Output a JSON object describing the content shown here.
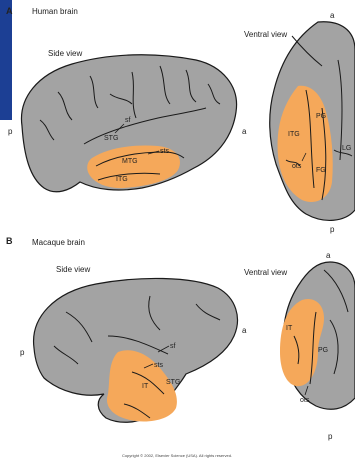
{
  "panel_a": {
    "letter": "A",
    "title": "Human brain",
    "side_view_label": "Side view",
    "ventral_view_label": "Ventral view",
    "side_labels": {
      "sf": "sf",
      "sts": "sts",
      "stg": "STG",
      "mtg": "MTG",
      "itg": "ITG",
      "p": "p",
      "a": "a"
    },
    "ventral_labels": {
      "a": "a",
      "pg": "PG",
      "itg": "ITG",
      "ots": "ots",
      "lg": "LG",
      "fg": "FG",
      "p": "p"
    }
  },
  "panel_b": {
    "letter": "B",
    "title": "Macaque brain",
    "side_view_label": "Side view",
    "ventral_view_label": "Ventral view",
    "side_labels": {
      "sf": "sf",
      "sts": "sts",
      "stg": "STG",
      "it": "IT",
      "p": "p",
      "a": "a"
    },
    "ventral_labels": {
      "a": "a",
      "it": "IT",
      "pg": "PG",
      "ots": "ots",
      "p": "p"
    }
  },
  "copyright": "Copyright © 2002, Elsevier Science (USA). All rights reserved.",
  "colors": {
    "brain_fill": "#a3a3a3",
    "highlight": "#f5a85a",
    "outline": "#1a1a1a",
    "accent_block": "#1c3f94"
  }
}
